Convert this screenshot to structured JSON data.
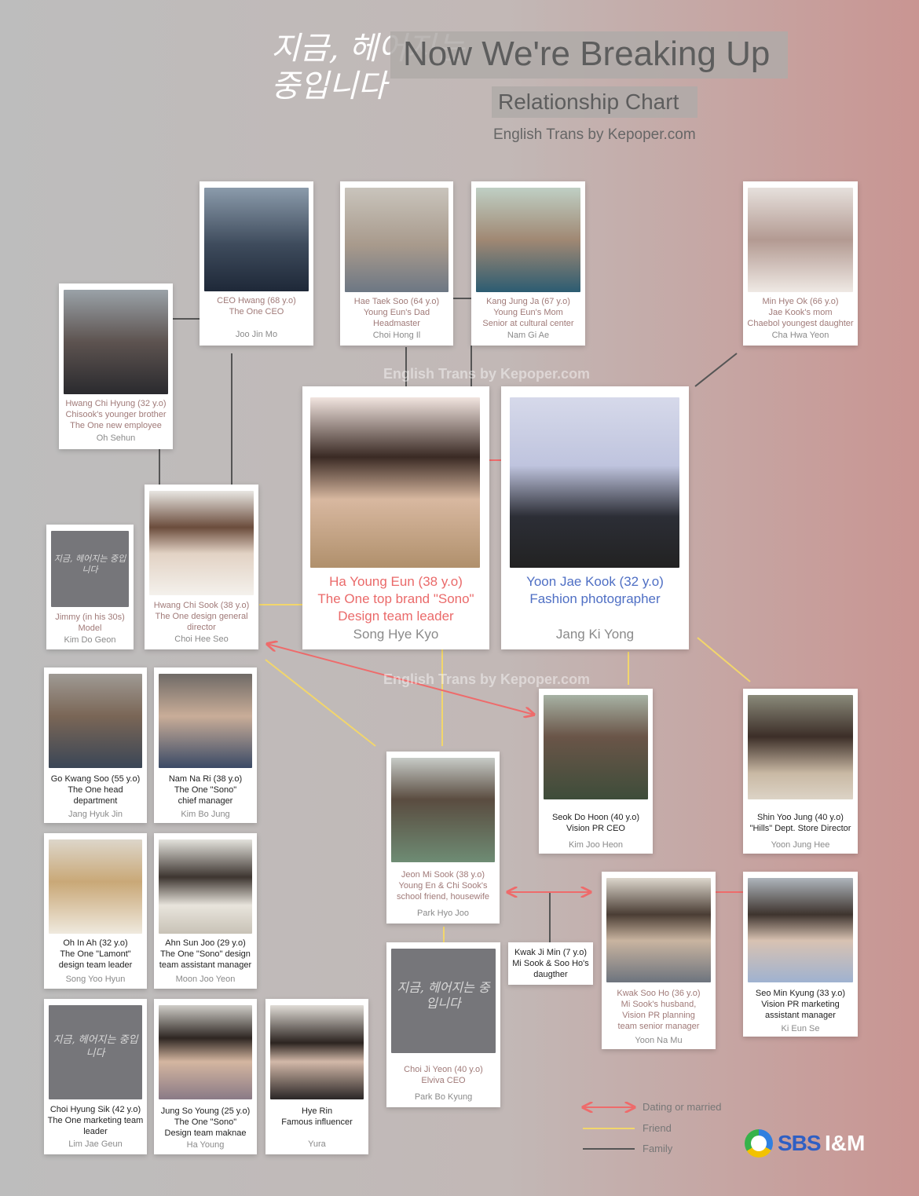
{
  "header": {
    "calligraphy_logo": "지금, 헤어지는 중입니다",
    "title": "Now We're Breaking Up",
    "subtitle": "Relationship Chart",
    "credit": "English Trans by Kepoper.com",
    "watermark": "English Trans by Kepoper.com"
  },
  "characters": {
    "hwang_ceo": {
      "lines": [
        "CEO Hwang (68 y.o)",
        "The One CEO"
      ],
      "actor": "Joo Jin Mo"
    },
    "hae_taek_soo": {
      "lines": [
        "Hae Taek Soo (64 y.o)",
        "Young Eun's Dad",
        "Headmaster"
      ],
      "actor": "Choi Hong Il"
    },
    "kang_jung_ja": {
      "lines": [
        "Kang Jung Ja (67 y.o)",
        "Young Eun's Mom",
        "Senior at cultural center"
      ],
      "actor": "Nam Gi Ae"
    },
    "min_hye_ok": {
      "lines": [
        "Min Hye Ok (66 y.o)",
        "Jae Kook's mom",
        "Chaebol youngest daughter"
      ],
      "actor": "Cha Hwa Yeon"
    },
    "hwang_chi_hyung": {
      "lines": [
        "Hwang Chi Hyung (32 y.o)",
        "Chisook's younger brother",
        "The One new employee"
      ],
      "actor": "Oh Sehun"
    },
    "ha_young_eun": {
      "lines": [
        "Ha Young Eun (38 y.o)",
        "The One top brand \"Sono\"",
        "Design team leader"
      ],
      "actor": "Song Hye Kyo"
    },
    "yoon_jae_kook": {
      "lines": [
        "Yoon Jae Kook (32 y.o)",
        "Fashion photographer"
      ],
      "actor": "Jang Ki Yong"
    },
    "jimmy": {
      "lines": [
        "Jimmy (in his 30s)",
        "Model"
      ],
      "actor": "Kim Do Geon"
    },
    "hwang_chi_sook": {
      "lines": [
        "Hwang Chi Sook (38 y.o)",
        "The One design general",
        "director"
      ],
      "actor": "Choi Hee Seo"
    },
    "go_kwang_soo": {
      "lines": [
        "Go Kwang Soo (55 y.o)",
        "The One head",
        "department"
      ],
      "actor": "Jang Hyuk Jin"
    },
    "nam_na_ri": {
      "lines": [
        "Nam Na Ri (38 y.o)",
        "The One \"Sono\"",
        "chief manager"
      ],
      "actor": "Kim Bo Jung"
    },
    "seok_do_hoon": {
      "lines": [
        "Seok Do Hoon (40 y.o)",
        "Vision PR CEO"
      ],
      "actor": "Kim Joo Heon"
    },
    "shin_yoo_jung": {
      "lines": [
        "Shin Yoo Jung (40 y.o)",
        "\"Hills\" Dept. Store Director"
      ],
      "actor": "Yoon Jung Hee"
    },
    "jeon_mi_sook": {
      "lines": [
        "Jeon Mi Sook (38 y.o)",
        "Young En & Chi Sook's",
        "school friend, housewife"
      ],
      "actor": "Park Hyo Joo"
    },
    "oh_in_ah": {
      "lines": [
        "Oh In Ah (32 y.o)",
        "The One \"Lamont\"",
        "design team leader"
      ],
      "actor": "Song Yoo Hyun"
    },
    "ahn_sun_joo": {
      "lines": [
        "Ahn Sun Joo (29 y.o)",
        "The One \"Sono\" design",
        "team assistant manager"
      ],
      "actor": "Moon Joo Yeon"
    },
    "kwak_ji_min": {
      "lines": [
        "Kwak Ji Min (7 y.o)",
        "Mi Sook & Soo Ho's",
        "daugther"
      ]
    },
    "kwak_soo_ho": {
      "lines": [
        "Kwak Soo Ho (36 y.o)",
        "Mi Sook's husband,",
        "Vision PR planning",
        "team senior manager"
      ],
      "actor": "Yoon Na Mu"
    },
    "seo_min_kyung": {
      "lines": [
        "Seo Min Kyung (33 y.o)",
        "Vision PR marketing",
        "assistant manager"
      ],
      "actor": "Ki Eun Se"
    },
    "choi_ji_yeon": {
      "lines": [
        "Choi Ji Yeon (40 y.o)",
        "Elviva CEO"
      ],
      "actor": "Park Bo Kyung"
    },
    "choi_hyung_sik": {
      "lines": [
        "Choi Hyung Sik (42 y.o)",
        "The One marketing team",
        "leader"
      ],
      "actor": "Lim Jae Geun"
    },
    "jung_so_young": {
      "lines": [
        "Jung So Young (25 y.o)",
        "The One \"Sono\"",
        "Design team maknae"
      ],
      "actor": "Ha Young"
    },
    "hye_rin": {
      "lines": [
        "Hye Rin",
        "Famous influencer"
      ],
      "actor": "Yura"
    }
  },
  "legend": {
    "dating": "Dating or married",
    "friend": "Friend",
    "family": "Family"
  },
  "colors": {
    "dating": "#ee6b6b",
    "friend": "#f2d66b",
    "family": "#555555",
    "lead_female": "#ea6a6a",
    "lead_male": "#4f6fc4"
  },
  "broadcaster": {
    "name": "SBS",
    "suffix": "I&M"
  }
}
